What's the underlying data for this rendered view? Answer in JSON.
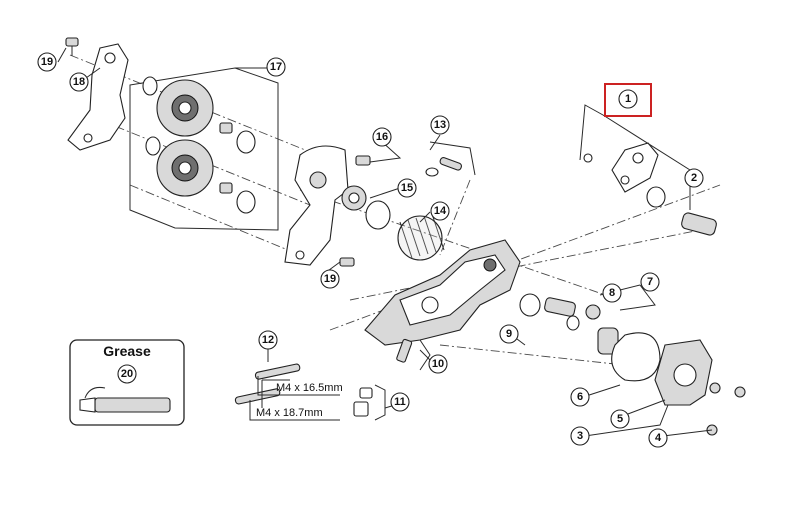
{
  "diagram": {
    "part_numbers": [
      "1",
      "2",
      "3",
      "4",
      "5",
      "6",
      "7",
      "8",
      "9",
      "10",
      "11",
      "12",
      "13",
      "14",
      "15",
      "16",
      "17",
      "19",
      "18",
      "19",
      "20"
    ],
    "grease_label": "Grease",
    "screw_dims": [
      "M4 x 16.5mm",
      "M4 x 18.7mm"
    ],
    "highlight_color": "#cc2222"
  }
}
